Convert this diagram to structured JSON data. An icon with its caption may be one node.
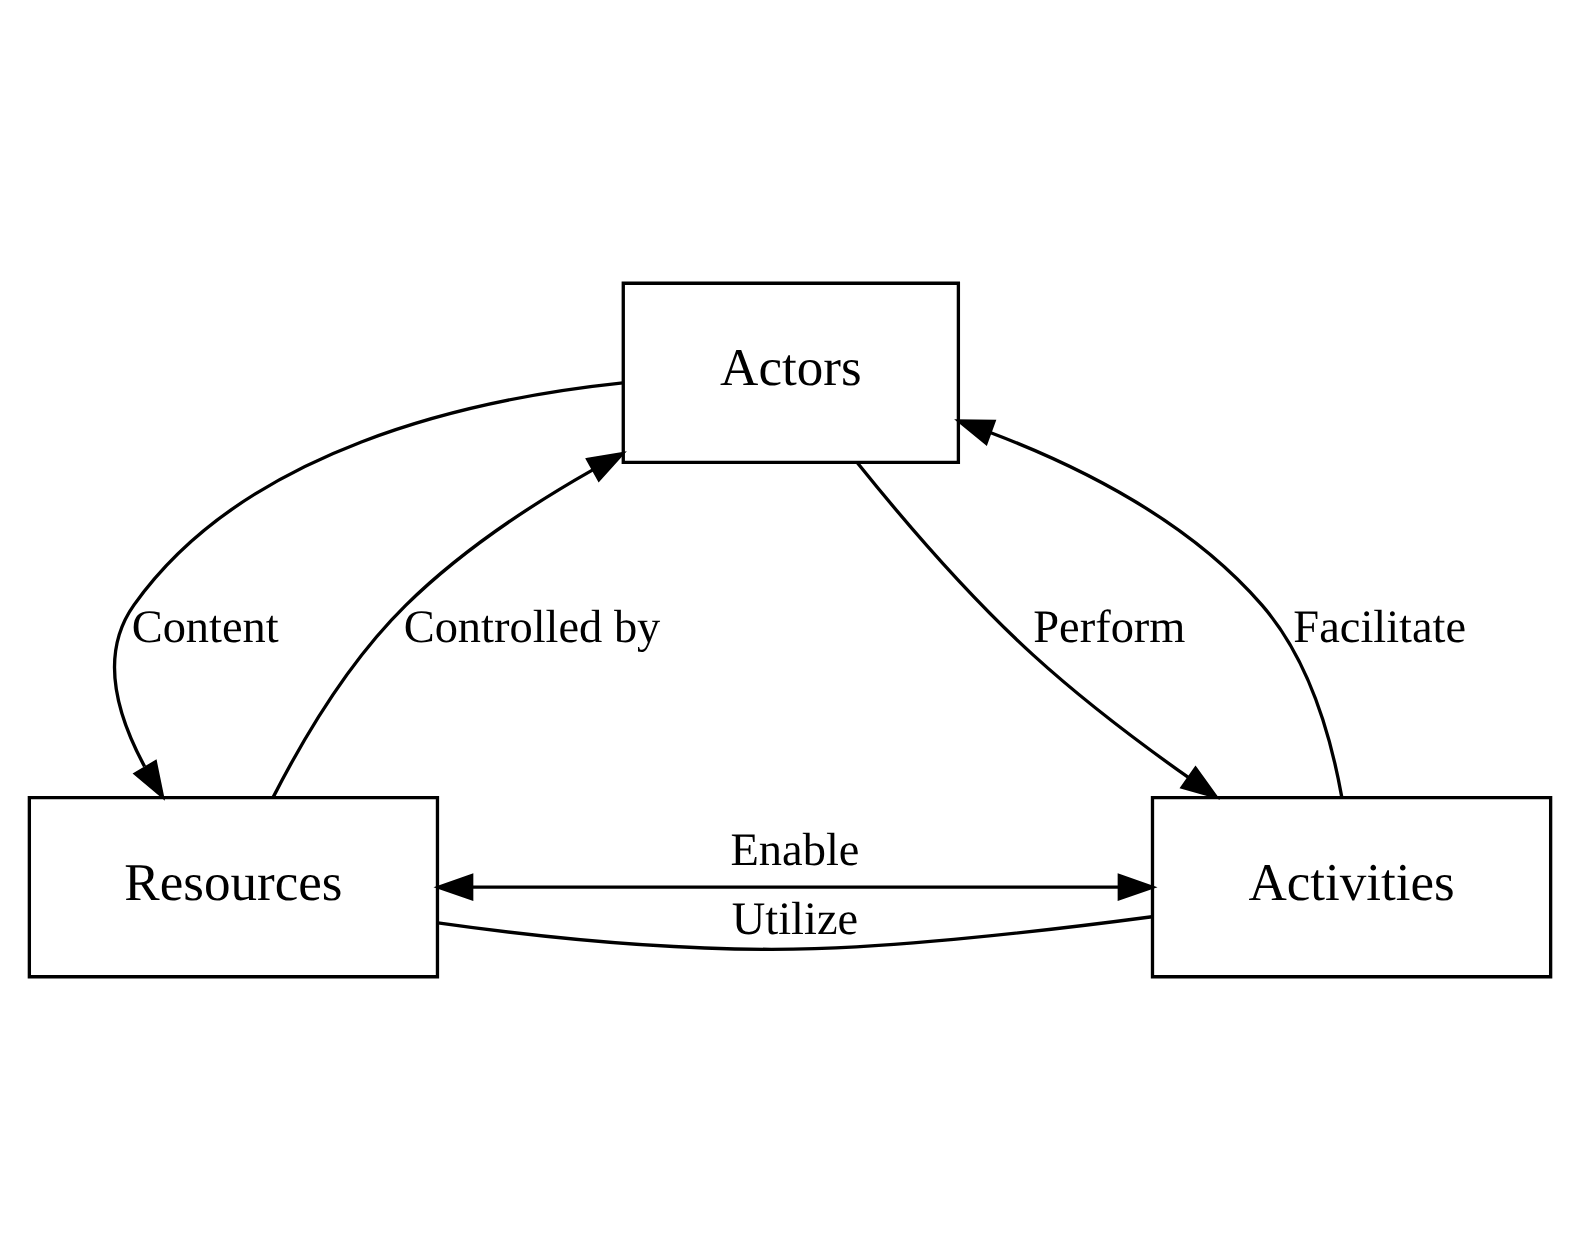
{
  "diagram": {
    "nodes": [
      {
        "text": [
          "Actors"
        ]
      },
      {
        "text": [
          "Resources"
        ]
      },
      {
        "text": [
          "Activities"
        ]
      }
    ],
    "edges": [
      {
        "from": 1,
        "to": 0,
        "arrow": "to",
        "label": "Controlled by"
      },
      {
        "from": 0,
        "to": 1,
        "arrow": "to",
        "label": "Content"
      },
      {
        "from": 0,
        "to": 2,
        "arrow": "to",
        "label": "Perform"
      },
      {
        "from": 2,
        "to": 0,
        "arrow": "to",
        "label": "Facilitate"
      },
      {
        "from": 1,
        "to": 2,
        "arrow": "both",
        "label": "Enable"
      },
      {
        "from": 1,
        "to": 2,
        "arrow": "none",
        "label": "Utilize"
      }
    ]
  }
}
